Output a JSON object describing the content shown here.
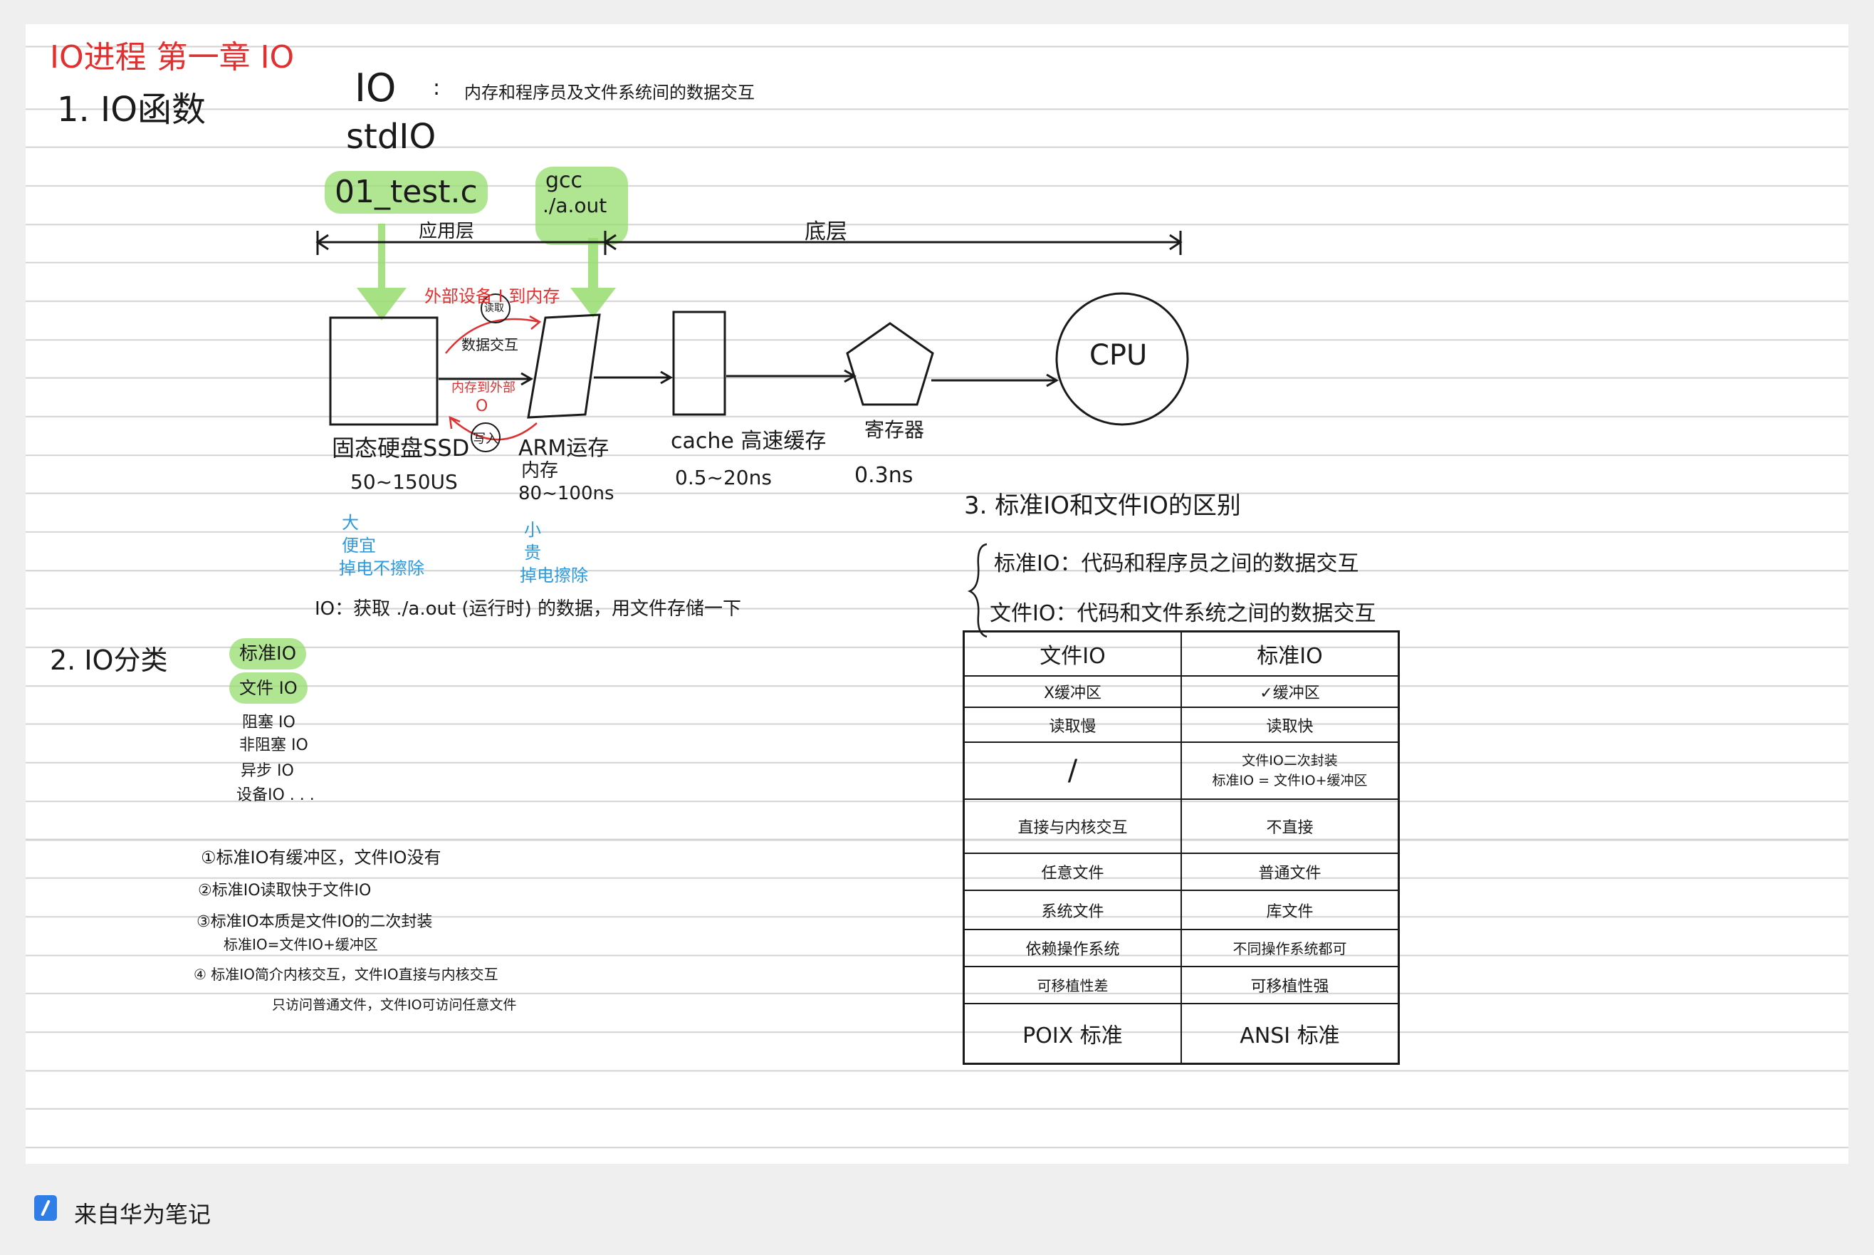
{
  "note": {
    "title": "IO进程  第一章 IO",
    "s1_heading": "1. IO函数",
    "io_word": "IO",
    "io_colon": ":",
    "io_def": "内存和程序员及文件系统间的数据交互",
    "stdio": "stdIO",
    "file_c": "01_test.c",
    "gcc": "gcc",
    "aout": "./a.out",
    "app_layer": "应用层",
    "bottom_layer": "底层",
    "ext_to_mem": "外部设备 I 到内存",
    "read_circle": "读取",
    "data_exchange": "数据交互",
    "mem_to_ext": "内存到外部",
    "o_letter": "O",
    "write_circle": "写入",
    "ssd_label": "固态硬盘SSD",
    "ssd_speed": "50~150US",
    "ssd_props": [
      "大",
      "便宜",
      "掉电不擦除"
    ],
    "arm_label1": "ARM运存",
    "arm_label2": "内存",
    "arm_speed": "80~100ns",
    "arm_props": [
      "小",
      "贵",
      "掉电擦除"
    ],
    "cache_label": "cache 高速缓存",
    "cache_speed": "0.5~20ns",
    "reg_label": "寄存器",
    "reg_speed": "0.3ns",
    "cpu": "CPU",
    "io_get": "IO：获取 ./a.out (运行时) 的数据，用文件存储一下",
    "s2_heading": "2. IO分类",
    "categories": [
      "标准IO",
      "文件 IO",
      "阻塞 IO",
      "非阻塞 IO",
      "异步 IO",
      "设备IO . . ."
    ],
    "points": [
      "①标准IO有缓冲区，文件IO没有",
      "②标准IO读取快于文件IO",
      "③标准IO本质是文件IO的二次封装",
      "标准IO=文件IO+缓冲区",
      "④ 标准IO简介内核交互，文件IO直接与内核交互",
      "只访问普通文件，文件IO可访问任意文件"
    ],
    "s3_heading": "3. 标准IO和文件IO的区别",
    "s3_lines": [
      "标准IO：代码和程序员之间的数据交互",
      "文件IO：代码和文件系统之间的数据交互"
    ]
  },
  "table": {
    "rows": [
      [
        "文件IO",
        "标准IO"
      ],
      [
        "X缓冲区",
        "✓缓冲区"
      ],
      [
        "读取慢",
        "读取快"
      ],
      [
        "/",
        "文件IO二次封装\n标准IO = 文件IO+缓冲区"
      ],
      [
        "直接与内核交互",
        "不直接"
      ],
      [
        "任意文件",
        "普通文件"
      ],
      [
        "系统文件",
        "库文件"
      ],
      [
        "依赖操作系统",
        "不同操作系统都可"
      ],
      [
        "可移植性差",
        "可移植性强"
      ],
      [
        "POIX 标准",
        "ANSI 标准"
      ]
    ]
  },
  "footer": {
    "app_name": "来自华为笔记"
  },
  "colors": {
    "red_ink": "#e03030",
    "blue_ink": "#2a9be0",
    "highlight": "#96dc6e",
    "brand": "#2f7ee8"
  }
}
